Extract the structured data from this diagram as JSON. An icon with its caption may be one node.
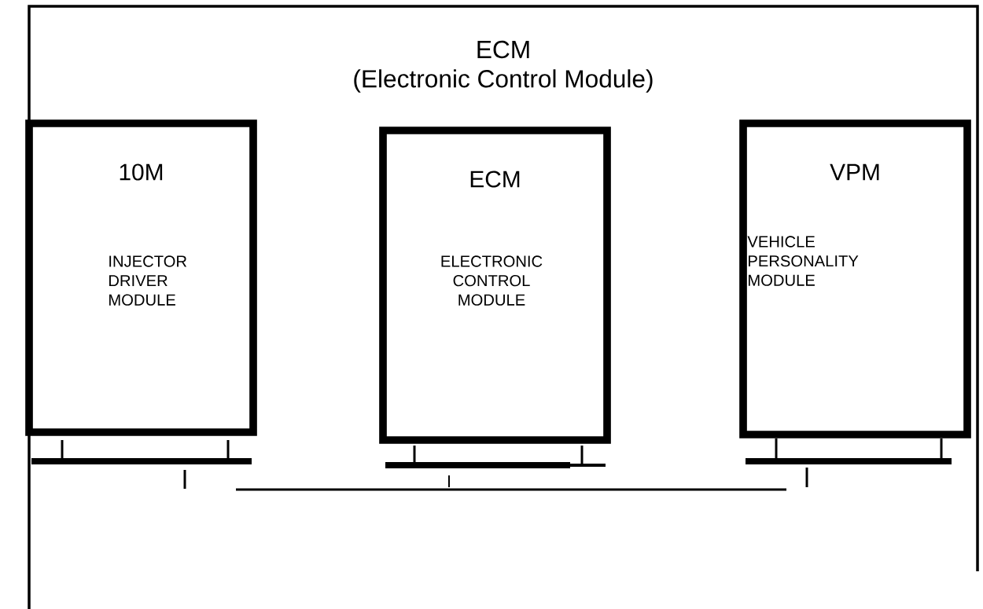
{
  "diagram": {
    "title": "ECM",
    "nodes": [
      {
        "text": [
          "10M",
          "INJECTOR DRIVER MODULE"
        ]
      },
      {
        "text": [
          "ECM",
          "ELECTRONIC CONTROL MODULE"
        ]
      },
      {
        "text": [
          "VPM",
          "VEHICLE PERSONALITY MODULE"
        ]
      }
    ],
    "labels": [
      "(Electronic Control Module)"
    ]
  }
}
